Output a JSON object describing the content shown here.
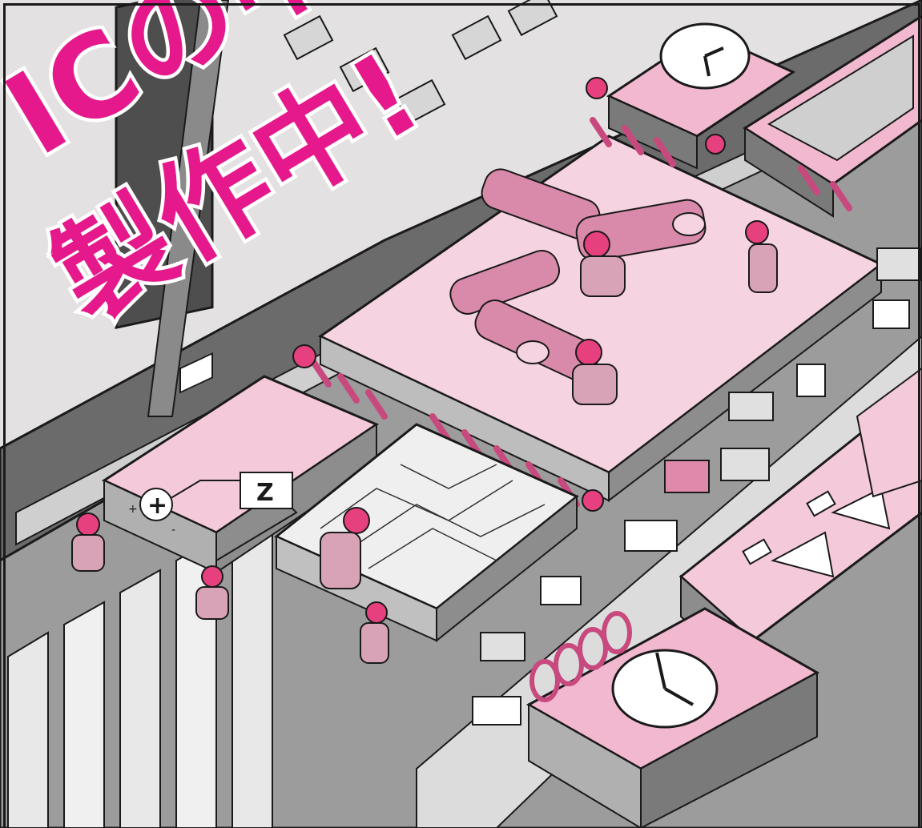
{
  "title": {
    "line1": "ICの中身",
    "line2": "製作中!"
  },
  "labels": {
    "block_z": "Z",
    "sum_symbol": "+",
    "plus_sign": "+",
    "minus_sign": "-"
  },
  "colors": {
    "title_pink": "#e6198c",
    "pink_panel": "#f4c9da",
    "pink_dark": "#d9799f",
    "gray_dark": "#5b5b5b",
    "gray_mid": "#9a9a9a",
    "gray_light": "#d6d6d6",
    "outline": "#1a1a1a"
  }
}
